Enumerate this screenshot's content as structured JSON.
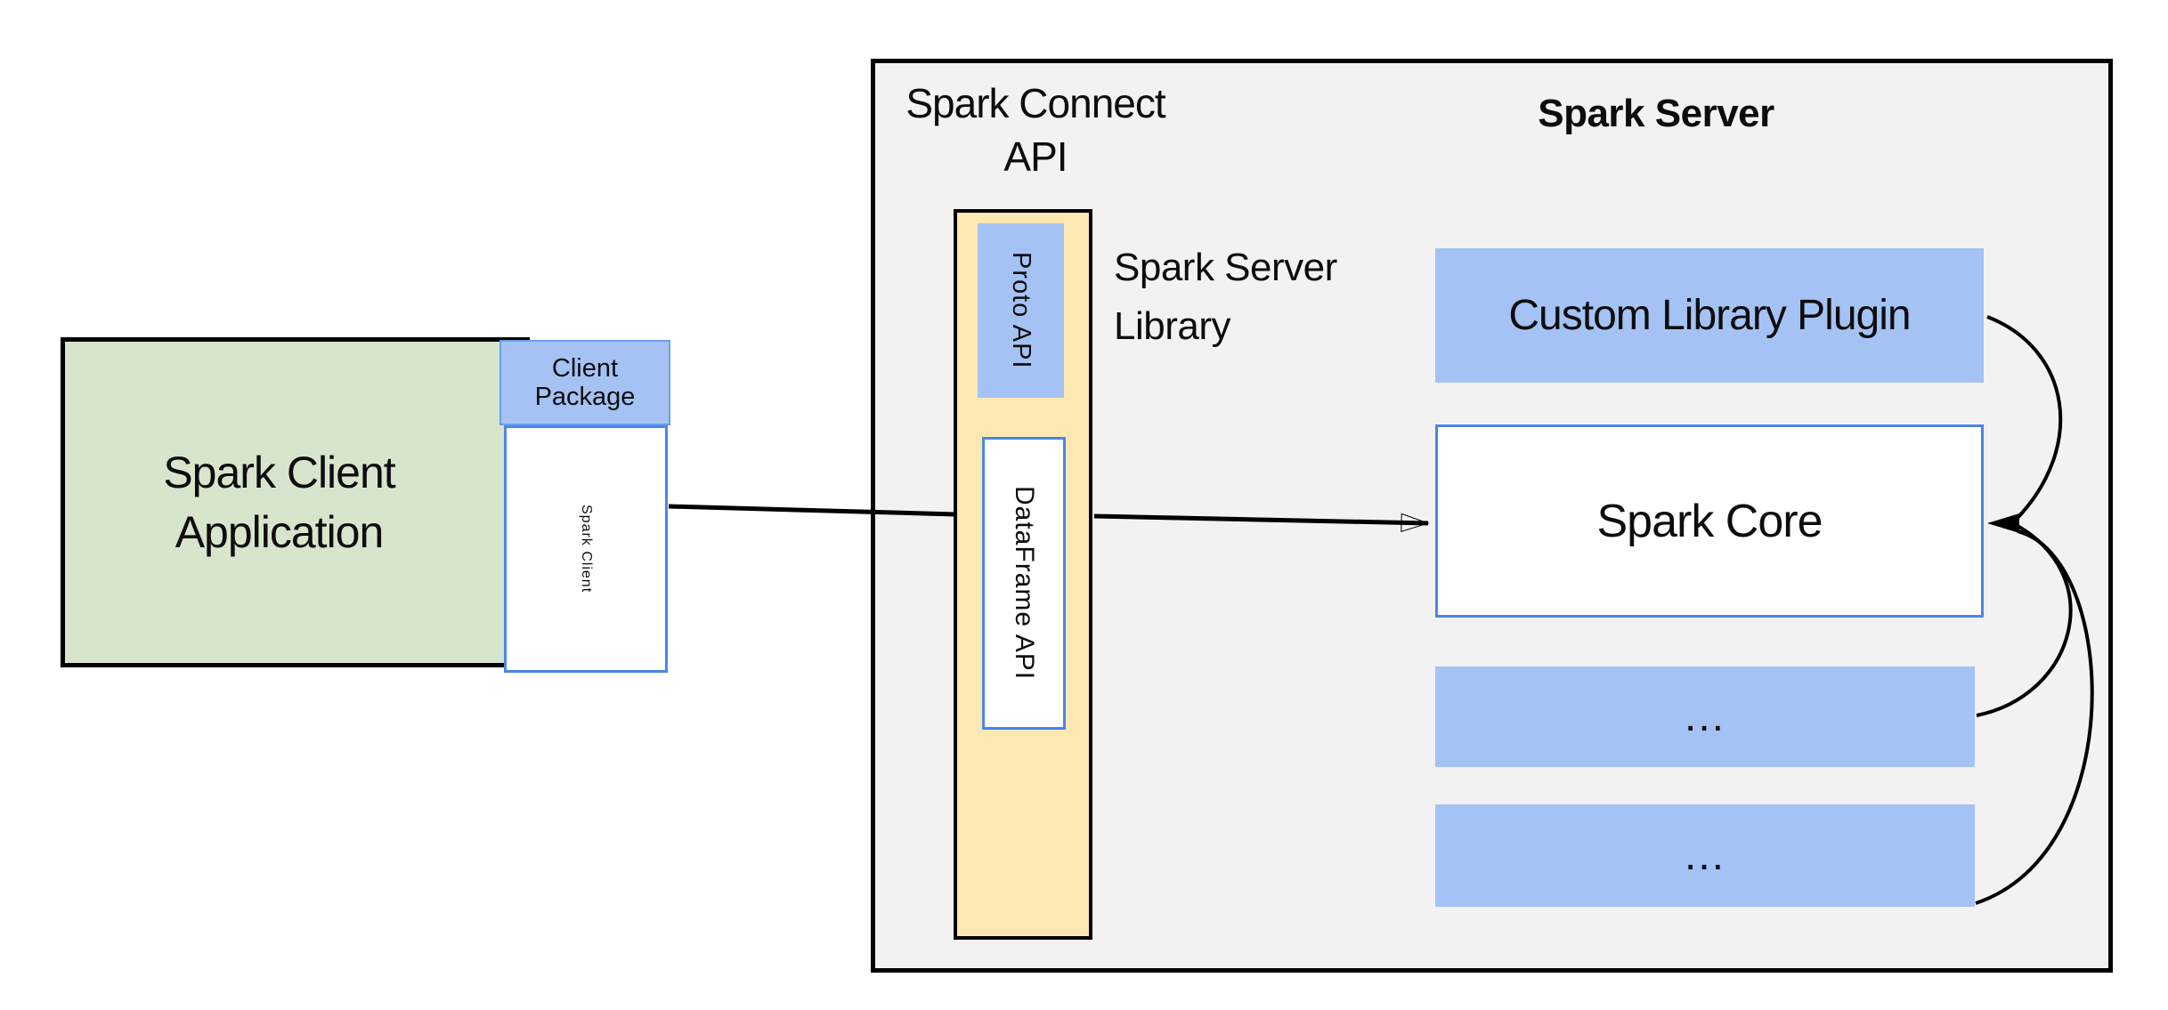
{
  "colors": {
    "background": "#ffffff",
    "server_fill": "#f2f2f2",
    "client_app_fill": "#d7e5cd",
    "accent_blue_fill": "#a4c2f4",
    "blue_border": "#4a86e8",
    "package_border": "#6d9eeb",
    "library_fill": "#fce8b2",
    "line": "#000000",
    "text": "#0d0d0d"
  },
  "client": {
    "application_label": [
      "Spark Client",
      "Application"
    ],
    "package_label": [
      "Client",
      "Package"
    ],
    "spark_client_label": "Spark Client"
  },
  "server": {
    "connect_api_label": [
      "Spark Connect",
      "API"
    ],
    "title": "Spark Server",
    "library_caption": [
      "Spark Server",
      "Library"
    ],
    "library_stack": {
      "proto_api_label": "Proto API",
      "dataframe_api_label": "DataFrame API"
    },
    "plugin_label": "Custom Library Plugin",
    "core_label": "Spark Core",
    "ellipsis_boxes": [
      "...",
      "..."
    ]
  }
}
